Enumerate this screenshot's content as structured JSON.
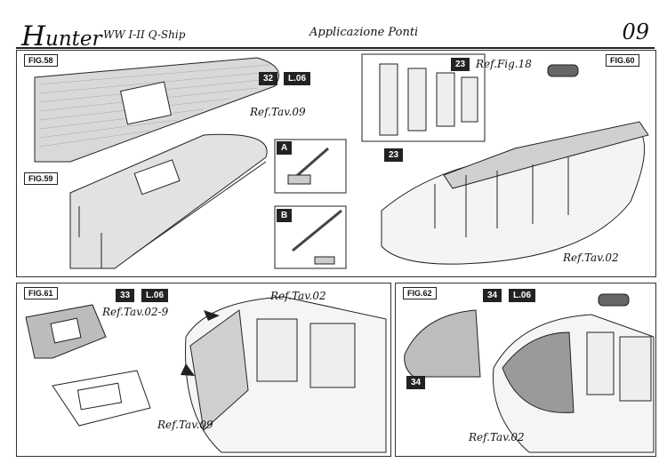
{
  "header": {
    "brand_initial": "H",
    "brand_rest": "unter",
    "brand_sub": "WW I-II Q-Ship",
    "title": "Applicazione Ponti",
    "page": "09"
  },
  "fig58": {
    "label": "FIG.58",
    "part": "32",
    "sheet": "L.06"
  },
  "fig59": {
    "label": "FIG.59",
    "ref": "Ref.Tav.09",
    "step_a": "A",
    "step_b": "B"
  },
  "fig60": {
    "label": "FIG.60",
    "ref_fig": "Ref.Fig.18",
    "part_top": "23",
    "part_bottom": "23",
    "ref": "Ref.Tav.02"
  },
  "fig61": {
    "label": "FIG.61",
    "part": "33",
    "sheet": "L.06",
    "ref1": "Ref.Tav.02-9",
    "ref2": "Ref.Tav.09",
    "ref3": "Ref.Tav.02"
  },
  "fig62": {
    "label": "FIG.62",
    "part": "34",
    "sheet": "L.06",
    "part_label": "34",
    "ref": "Ref.Tav.02"
  },
  "colors": {
    "ink": "#222222",
    "deck_grey": "#cfcfcf",
    "dark_grey": "#8a8a8a",
    "tag_bg": "#222222"
  }
}
